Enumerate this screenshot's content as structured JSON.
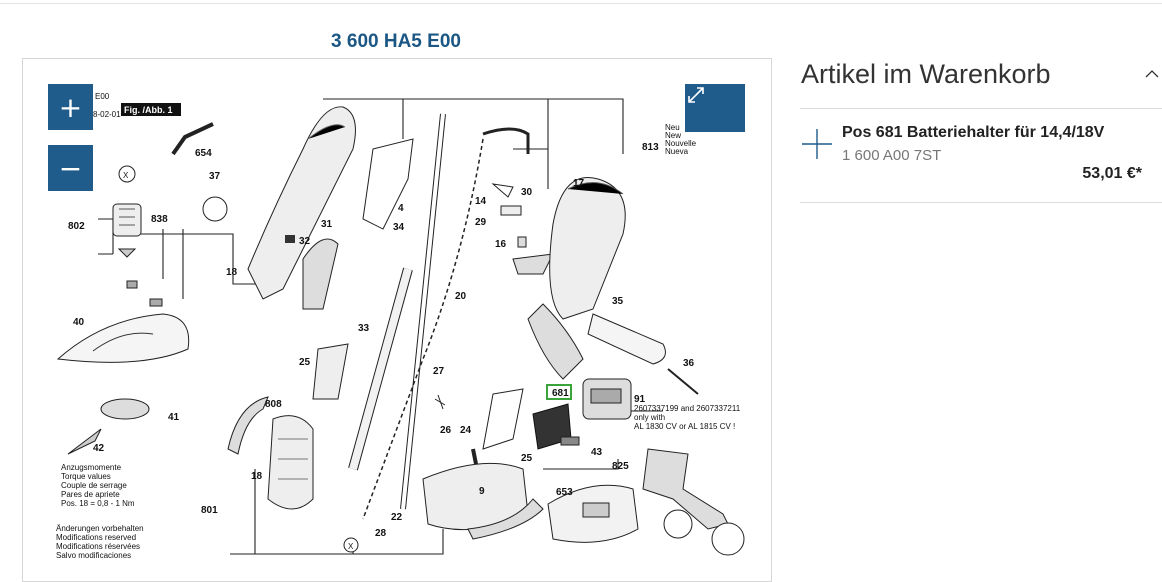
{
  "page": {
    "title": "3 600 HA5 E00"
  },
  "diagram": {
    "fig_label": "Fig. /Abb. 1",
    "header_lines": [
      "E00",
      "8-02-01"
    ],
    "new_tags": [
      "New",
      "Nouvelle",
      "Nueva",
      "Neu"
    ],
    "part_numbers": [
      "654",
      "37",
      "802",
      "838",
      "18",
      "40",
      "41",
      "42",
      "4",
      "31",
      "32",
      "34",
      "33",
      "25",
      "808",
      "801",
      "18",
      "27",
      "26",
      "24",
      "20",
      "28",
      "22",
      "9",
      "14",
      "30",
      "29",
      "16",
      "17",
      "813",
      "35",
      "36",
      "681",
      "91",
      "43",
      "825",
      "653",
      "25"
    ],
    "compat_note": [
      "2607337199 and 2607337211",
      "only with",
      "AL 1830 CV or AL 1815 CV !"
    ],
    "torque_note": [
      "Anzugsmomente",
      "Torque values",
      "Couple de serrage",
      "Pares de apriete",
      "Pos. 18 = 0,8 - 1 Nm"
    ],
    "changes_note": [
      "Änderungen vorbehalten",
      "Modifications reserved",
      "Modifications réservées",
      "Salvo modificaciones"
    ],
    "highlighted_part": "681",
    "highlight_color": "#3aa33a"
  },
  "controls": {
    "zoom_in_icon": "plus-icon",
    "zoom_out_icon": "minus-icon",
    "expand_icon": "expand-arrows-icon"
  },
  "cart": {
    "title": "Artikel im Warenkorb",
    "items": [
      {
        "name": "Pos 681 Batteriehalter für 14,4/18V",
        "number": "1 600 A00 7ST",
        "price": "53,01  €*"
      }
    ]
  },
  "colors": {
    "accent": "#1f5b8b",
    "title": "#1b5784"
  }
}
